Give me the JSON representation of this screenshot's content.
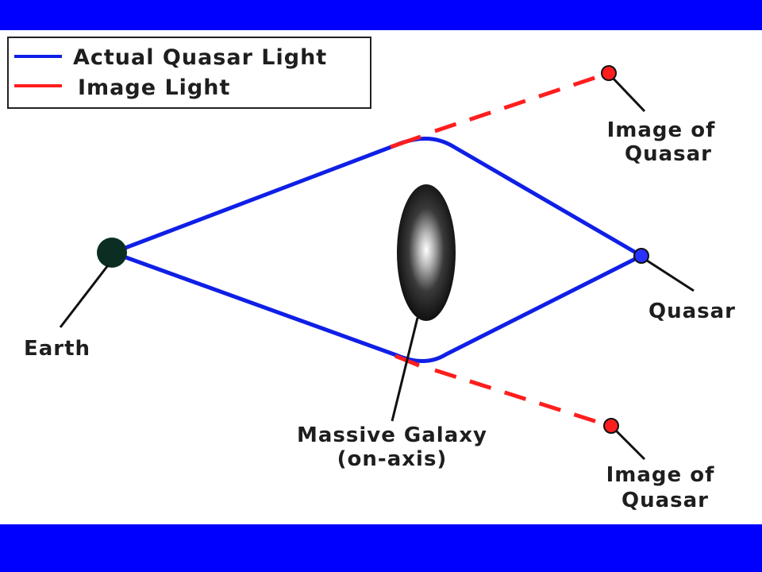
{
  "colors": {
    "band": "#0000ff",
    "actual_light": "#0f1fe6",
    "image_light": "#ff1e1e",
    "earth": "#0c2e22",
    "pointer": "#111111",
    "quasar": "#2a32ff"
  },
  "legend": {
    "items": [
      {
        "label": "Actual Quasar Light",
        "color_key": "actual_light"
      },
      {
        "label": "Image Light",
        "color_key": "image_light"
      }
    ]
  },
  "labels": {
    "earth": "Earth",
    "quasar": "Quasar",
    "galaxy_line1": "Massive Galaxy",
    "galaxy_line2": "(on-axis)",
    "image_top_line1": "Image of",
    "image_top_line2": "Quasar",
    "image_bottom_line1": "Image of",
    "image_bottom_line2": "Quasar"
  }
}
